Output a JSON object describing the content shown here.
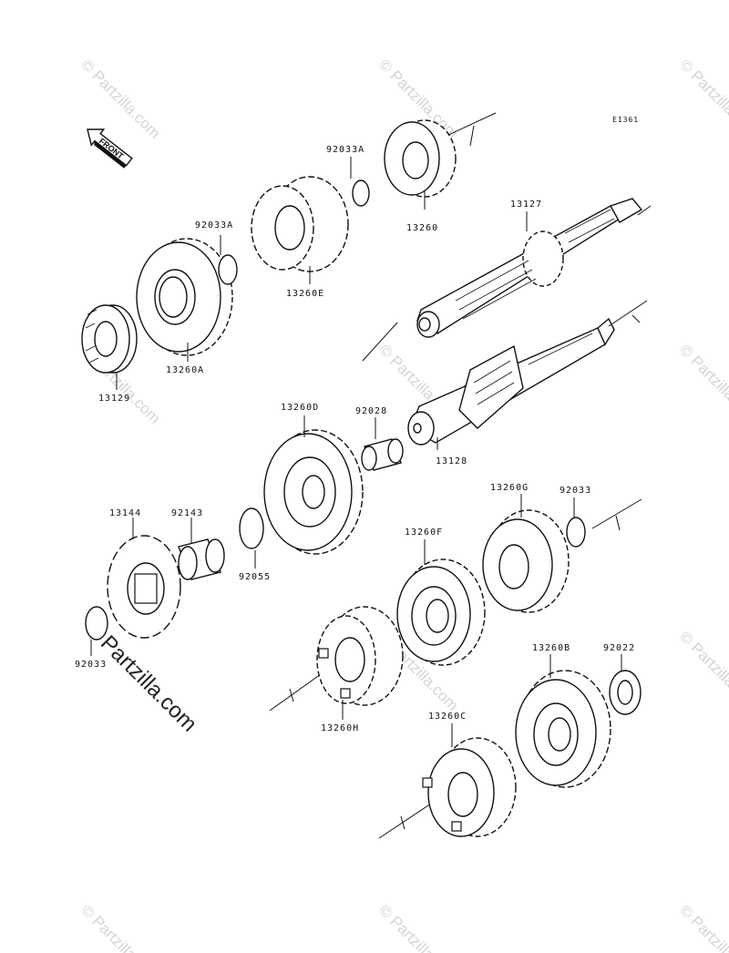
{
  "diagram": {
    "code": "E1361",
    "front_label": "FRONT",
    "watermark": "© Partzilla.com",
    "callouts": {
      "p13129": "13129",
      "p13260A": "13260A",
      "p92033A_1": "92033A",
      "p13260E": "13260E",
      "p92033A_2": "92033A",
      "p13260": "13260",
      "p13127": "13127",
      "p13128": "13128",
      "p13260D": "13260D",
      "p92028": "92028",
      "p13144": "13144",
      "p92143": "92143",
      "p92055": "92055",
      "p92033_left": "92033",
      "p13260G": "13260G",
      "p92033_right": "92033",
      "p13260F": "13260F",
      "p13260H": "13260H",
      "p13260B": "13260B",
      "p92022": "92022",
      "p13260C": "13260C"
    }
  }
}
